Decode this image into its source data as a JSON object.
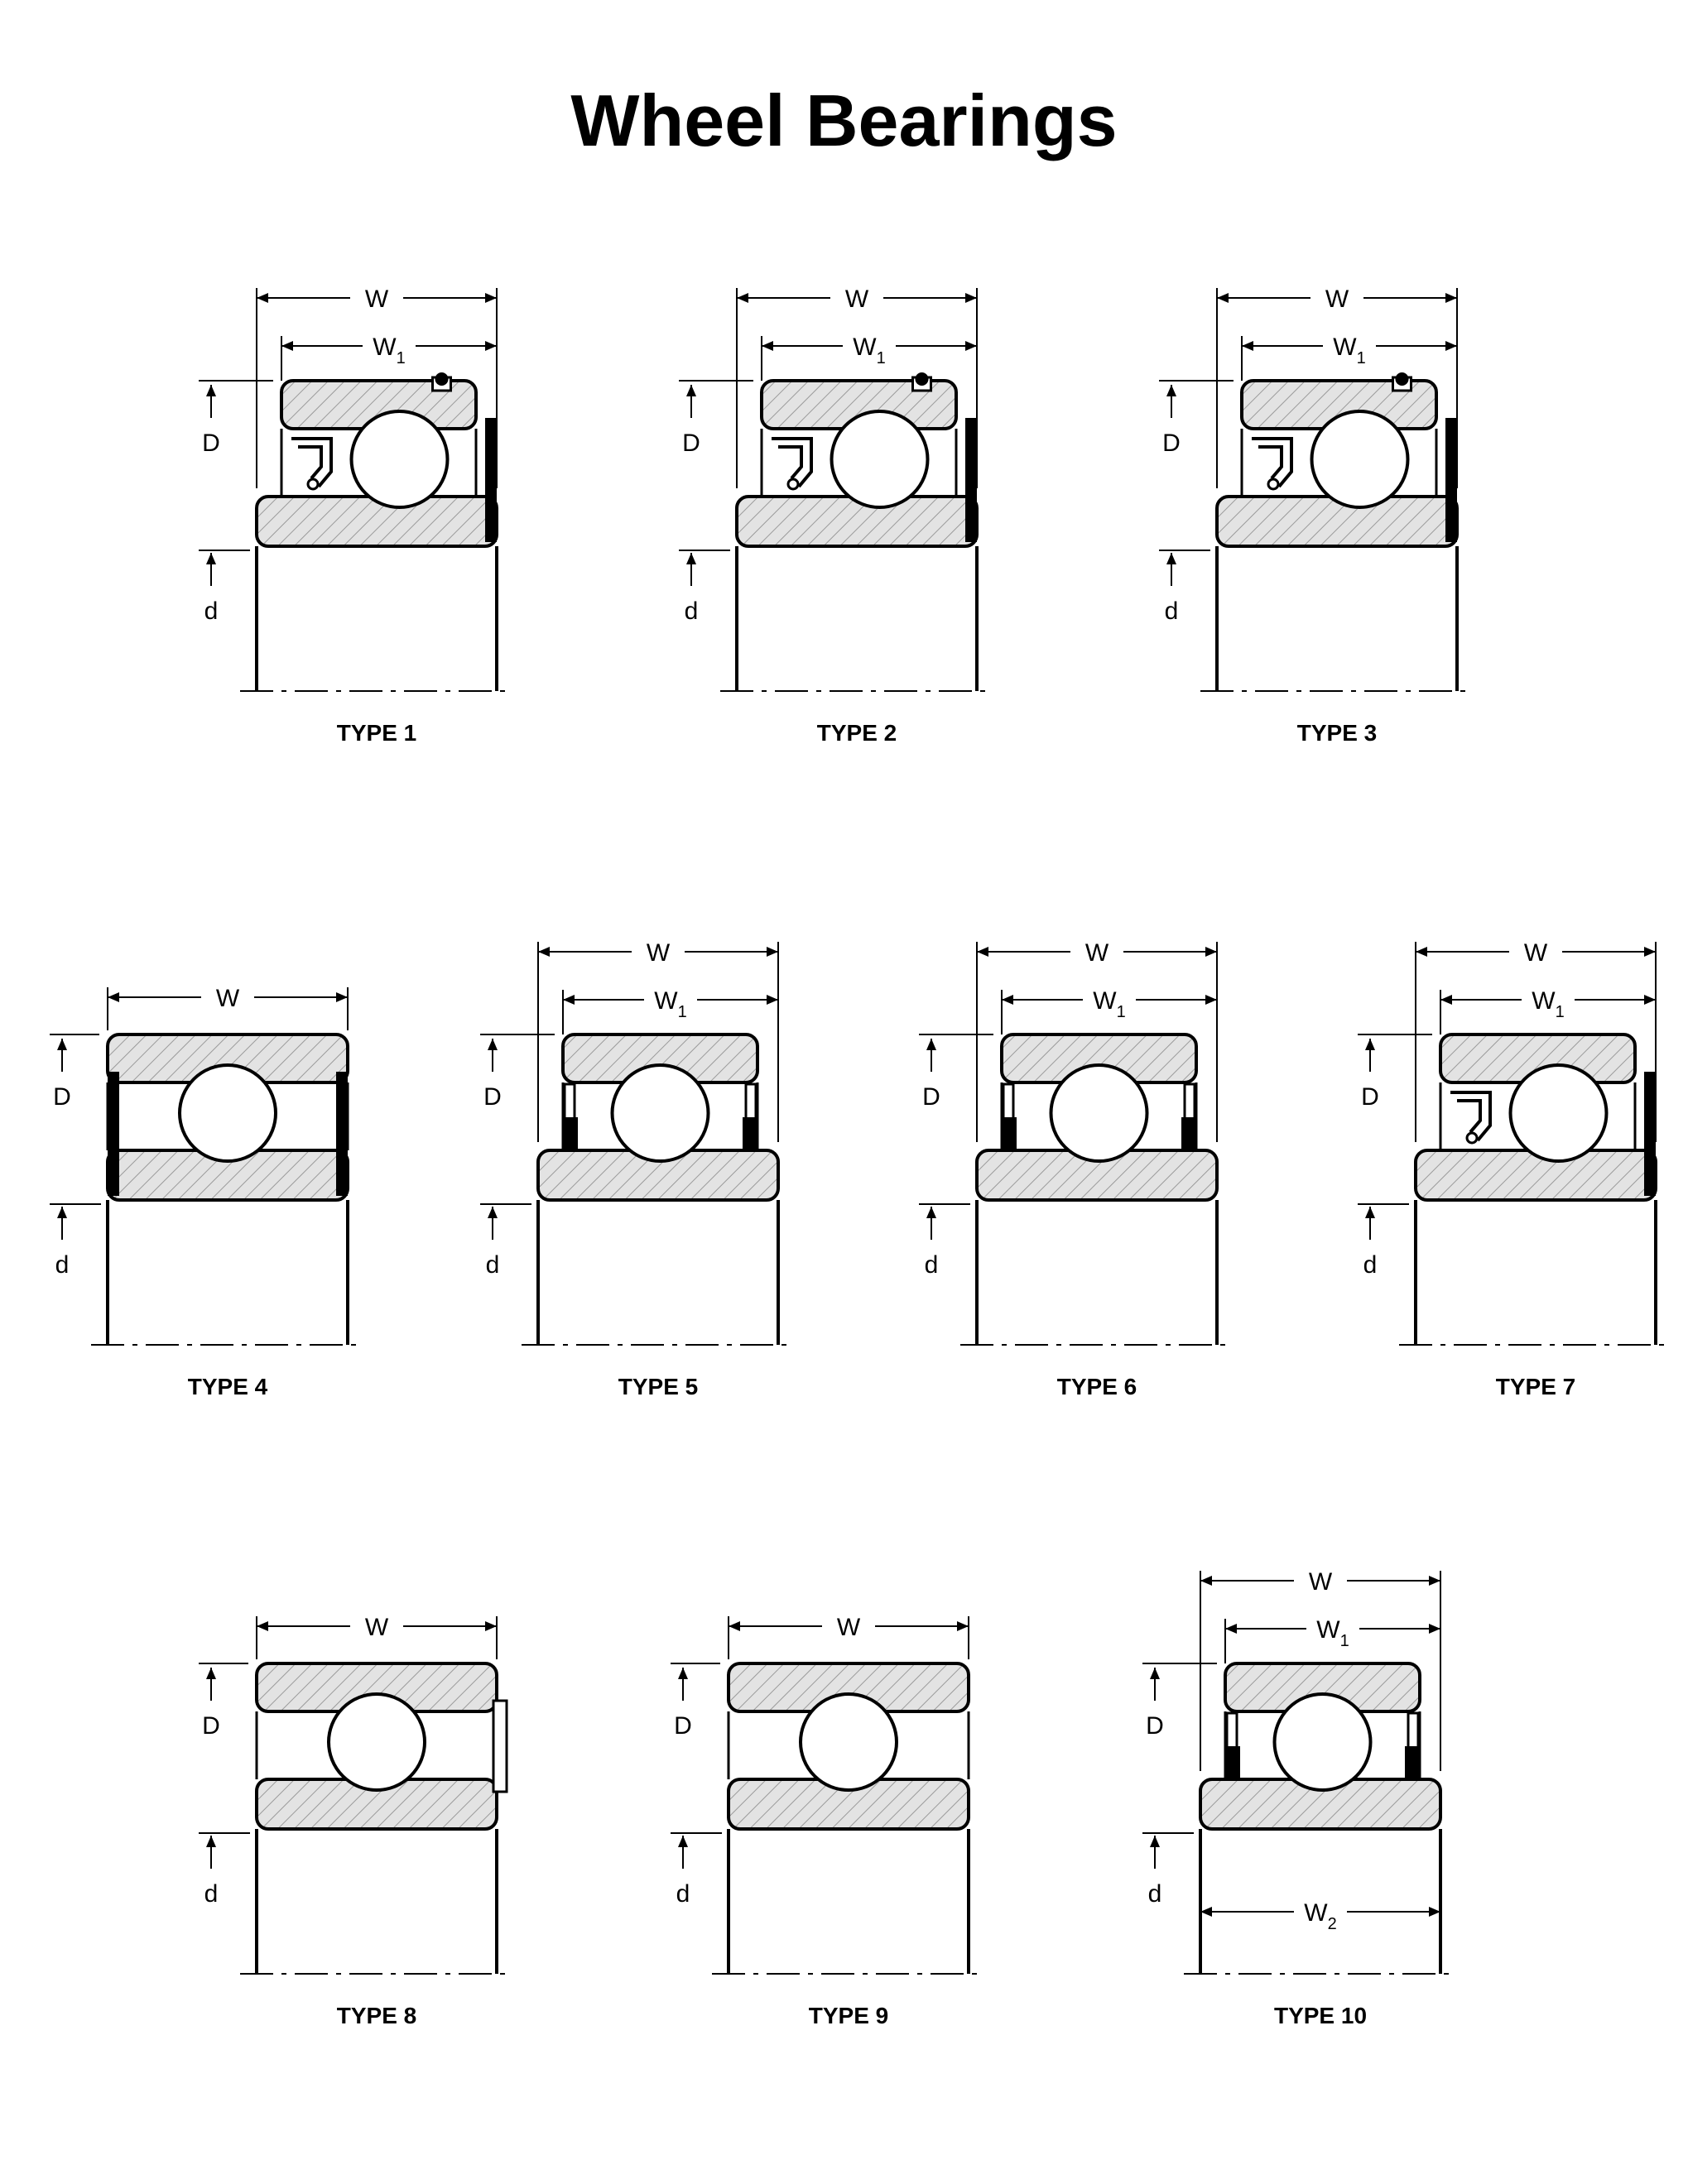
{
  "title": "Wheel Bearings",
  "bearings": [
    {
      "label": "TYPE 1",
      "w": "W",
      "w1": "W1",
      "w2": "",
      "D": "D",
      "d": "d",
      "inner": "extended",
      "oil_hole": true,
      "left_seal": "lip",
      "right_seal": "shield",
      "side_plate": false
    },
    {
      "label": "TYPE 2",
      "w": "W",
      "w1": "W1",
      "w2": "",
      "D": "D",
      "d": "d",
      "inner": "extended",
      "oil_hole": true,
      "left_seal": "lip",
      "right_seal": "shield",
      "side_plate": false
    },
    {
      "label": "TYPE 3",
      "w": "W",
      "w1": "W1",
      "w2": "",
      "D": "D",
      "d": "d",
      "inner": "extended",
      "oil_hole": true,
      "left_seal": "lip",
      "right_seal": "shield",
      "side_plate": false
    },
    {
      "label": "TYPE 4",
      "w": "W",
      "w1": "",
      "w2": "",
      "D": "D",
      "d": "d",
      "inner": "flush",
      "oil_hole": false,
      "left_seal": "shield",
      "right_seal": "shield",
      "side_plate": false
    },
    {
      "label": "TYPE 5",
      "w": "W",
      "w1": "W1",
      "w2": "",
      "D": "D",
      "d": "d",
      "inner": "extended",
      "oil_hole": false,
      "left_seal": "seal",
      "right_seal": "seal",
      "side_plate": false
    },
    {
      "label": "TYPE 6",
      "w": "W",
      "w1": "W1",
      "w2": "",
      "D": "D",
      "d": "d",
      "inner": "extended",
      "oil_hole": false,
      "left_seal": "seal",
      "right_seal": "seal",
      "side_plate": false
    },
    {
      "label": "TYPE 7",
      "w": "W",
      "w1": "W1",
      "w2": "",
      "D": "D",
      "d": "d",
      "inner": "extended",
      "oil_hole": false,
      "left_seal": "lip",
      "right_seal": "shield",
      "side_plate": false
    },
    {
      "label": "TYPE 8",
      "w": "W",
      "w1": "",
      "w2": "",
      "D": "D",
      "d": "d",
      "inner": "flush",
      "oil_hole": false,
      "left_seal": "none",
      "right_seal": "none",
      "side_plate": true
    },
    {
      "label": "TYPE 9",
      "w": "W",
      "w1": "",
      "w2": "",
      "D": "D",
      "d": "d",
      "inner": "flush",
      "oil_hole": false,
      "left_seal": "none",
      "right_seal": "none",
      "side_plate": false
    },
    {
      "label": "TYPE 10",
      "w": "W",
      "w1": "W1",
      "w2": "W2",
      "D": "D",
      "d": "d",
      "inner": "extended",
      "oil_hole": false,
      "left_seal": "seal",
      "right_seal": "seal",
      "side_plate": false
    }
  ],
  "colors": {
    "line": "#000000",
    "hatch_fill": "#e3e3e3",
    "hatch_line": "#9a9a9a",
    "seal": "#000000"
  }
}
